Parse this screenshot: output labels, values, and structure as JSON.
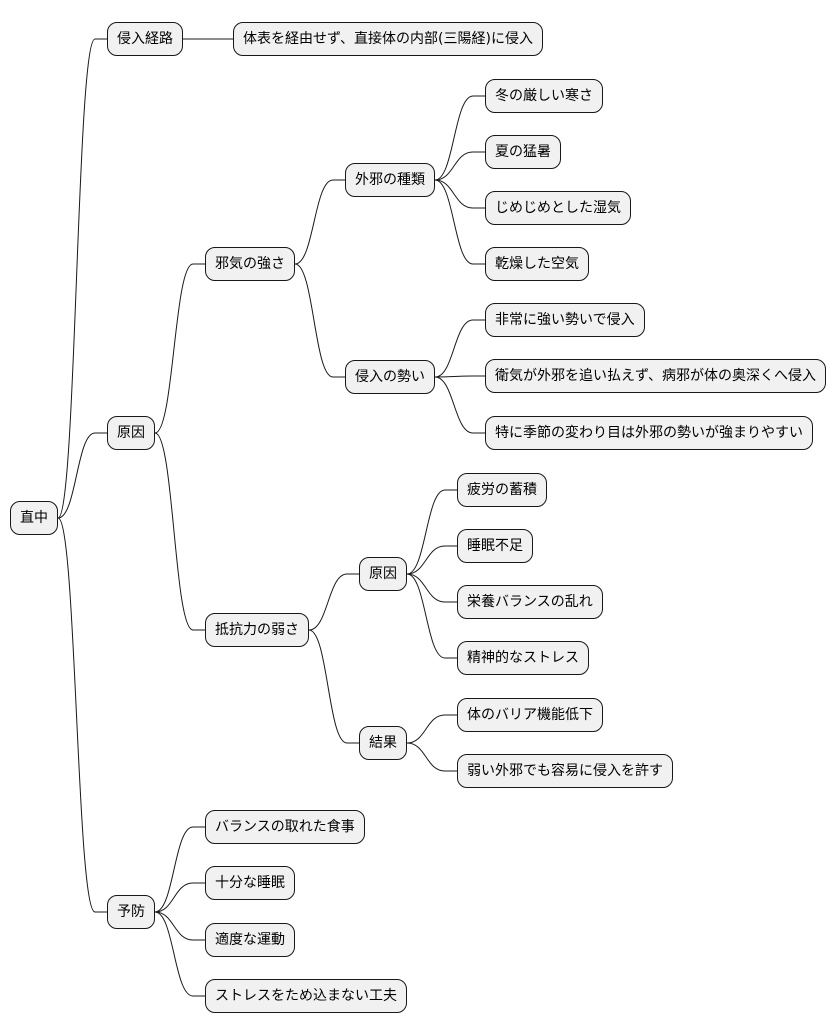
{
  "root": "直中",
  "branches": [
    {
      "label": "侵入経路",
      "children": [
        {
          "label": "体表を経由せず、直接体の内部(三陽経)に侵入"
        }
      ]
    },
    {
      "label": "原因",
      "children": [
        {
          "label": "邪気の強さ",
          "children": [
            {
              "label": "外邪の種類",
              "children": [
                {
                  "label": "冬の厳しい寒さ"
                },
                {
                  "label": "夏の猛暑"
                },
                {
                  "label": "じめじめとした湿気"
                },
                {
                  "label": "乾燥した空気"
                }
              ]
            },
            {
              "label": "侵入の勢い",
              "children": [
                {
                  "label": "非常に強い勢いで侵入"
                },
                {
                  "label": "衛気が外邪を追い払えず、病邪が体の奥深くへ侵入"
                },
                {
                  "label": "特に季節の変わり目は外邪の勢いが強まりやすい"
                }
              ]
            }
          ]
        },
        {
          "label": "抵抗力の弱さ",
          "children": [
            {
              "label": "原因",
              "children": [
                {
                  "label": "疲労の蓄積"
                },
                {
                  "label": "睡眠不足"
                },
                {
                  "label": "栄養バランスの乱れ"
                },
                {
                  "label": "精神的なストレス"
                }
              ]
            },
            {
              "label": "結果",
              "children": [
                {
                  "label": "体のバリア機能低下"
                },
                {
                  "label": "弱い外邪でも容易に侵入を許す"
                }
              ]
            }
          ]
        }
      ]
    },
    {
      "label": "予防",
      "children": [
        {
          "label": "バランスの取れた食事"
        },
        {
          "label": "十分な睡眠"
        },
        {
          "label": "適度な運動"
        },
        {
          "label": "ストレスをため込まない工夫"
        }
      ]
    }
  ]
}
